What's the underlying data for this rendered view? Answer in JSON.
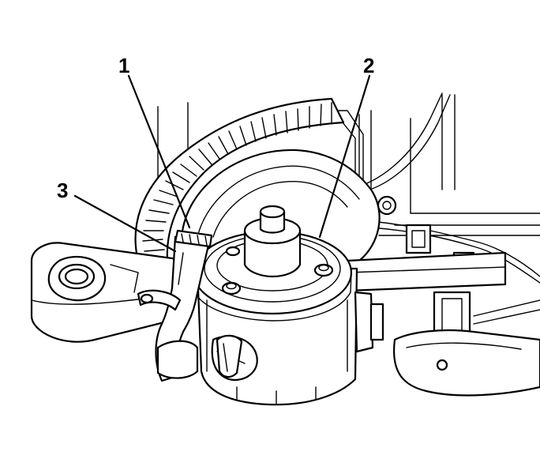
{
  "diagram": {
    "callouts": [
      {
        "id": "1",
        "text": "1"
      },
      {
        "id": "2",
        "text": "2"
      },
      {
        "id": "3",
        "text": "3"
      }
    ]
  },
  "colors": {
    "line": "#000000",
    "background": "#ffffff"
  }
}
